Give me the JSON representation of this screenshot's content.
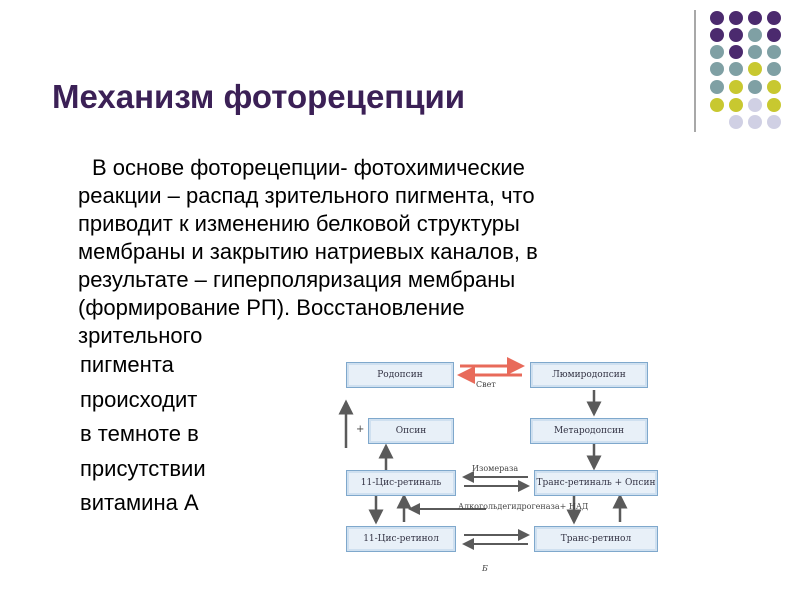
{
  "slide": {
    "title": "Механизм фоторецепции",
    "body_lines_full": [
      "В основе фоторецепции- фотохимические",
      "реакции – распад зрительного пигмента, что",
      "приводит к изменению белковой структуры",
      "мембраны и закрытию натриевых каналов, в",
      "результате – гиперполяризация мембраны",
      "(формирование РП). Восстановление",
      "зрительного"
    ],
    "body_lines_column": [
      "пигмента",
      "происходит",
      "в темноте в",
      "присутствии",
      "витамина А"
    ]
  },
  "decoration": {
    "dot_colors": [
      "#4b2a6e",
      "#7fa0a4",
      "#c8c830",
      "#d0d0e4"
    ],
    "divider_color": "#a8a8a8"
  },
  "diagram": {
    "boxes": {
      "rhodopsin": "Родопсин",
      "lumirhodopsin": "Люмиродопсин",
      "opsin": "Опсин",
      "metarhodopsin": "Метародопсин",
      "cis_retinal": "11-Цис-ретиналь",
      "trans_retinal_opsin": "Транс-ретиналь + Опсин",
      "cis_retinol": "11-Цис-ретинол",
      "trans_retinol": "Транс-ретинол"
    },
    "labels": {
      "light": "Свет",
      "isomerase": "Изомераза",
      "dehydrogenase": "Алкогольдегидрогеназа+ НАД",
      "plus": "+",
      "panel_letter": "Б"
    },
    "colors": {
      "box_fill": "#e8f0f8",
      "box_border": "#7fa8cc",
      "light_arrow": "#e86a5a",
      "arrow": "#5a5a5a"
    }
  }
}
